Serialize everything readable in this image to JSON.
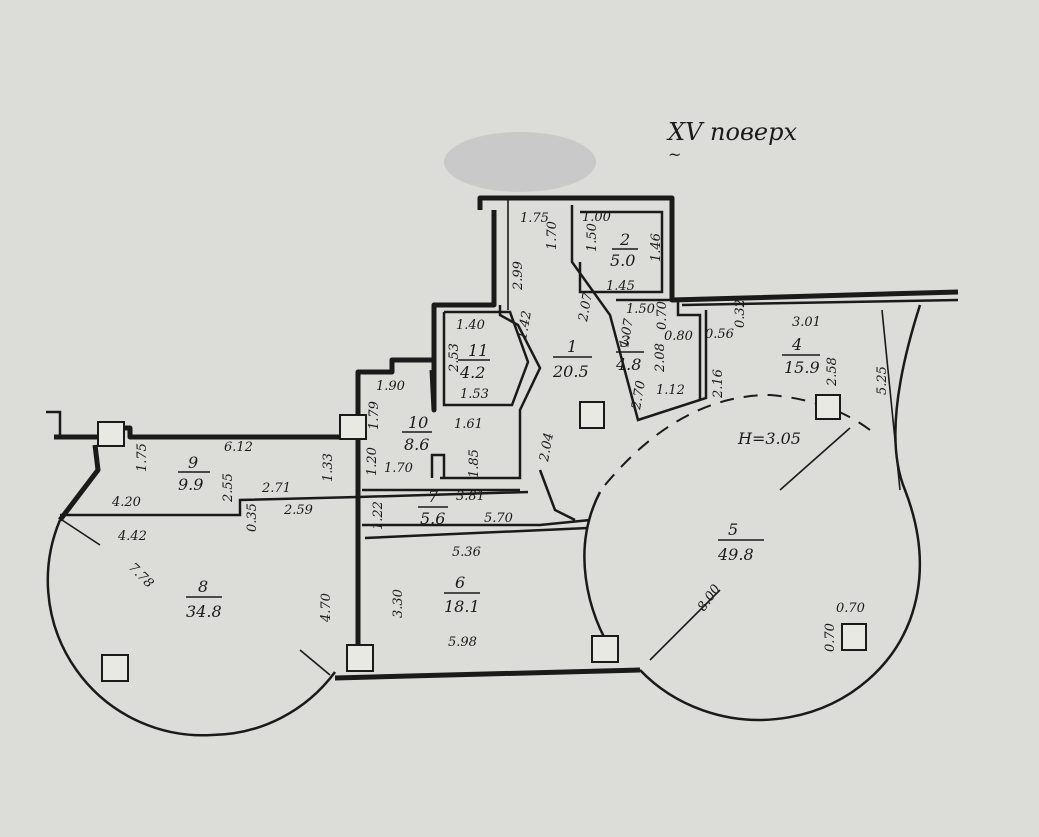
{
  "title": "XV поверх",
  "redaction": {
    "color": "#c9c9c9"
  },
  "colors": {
    "ink": "#1a1a1a",
    "paper": "#dcddd8"
  },
  "rooms": [
    {
      "id": "1",
      "area": "20.5"
    },
    {
      "id": "2",
      "area": "5.0"
    },
    {
      "id": "3",
      "area": "4.8"
    },
    {
      "id": "4",
      "area": "15.9"
    },
    {
      "id": "5",
      "area": "49.8"
    },
    {
      "id": "6",
      "area": "18.1"
    },
    {
      "id": "7",
      "area": "5.6"
    },
    {
      "id": "8",
      "area": "34.8"
    },
    {
      "id": "9",
      "area": "9.9"
    },
    {
      "id": "10",
      "area": "8.6"
    },
    {
      "id": "11",
      "area": "4.2"
    }
  ],
  "height_label": "H=3.05",
  "dimensions": [
    "1.75",
    "1.00",
    "1.70",
    "1.50",
    "1.46",
    "2.99",
    "1.45",
    "2.07",
    "1.50",
    "0.70",
    "0.80",
    "0.56",
    "0.32",
    "1.07",
    "2.08",
    "1.12",
    "2.70",
    "2.16",
    "3.01",
    "2.58",
    "5.25",
    "1.40",
    "2.53",
    "1.42",
    "1.53",
    "1.90",
    "1.79",
    "1.61",
    "1.85",
    "1.70",
    "1.20",
    "2.04",
    "6.12",
    "1.75",
    "1.33",
    "2.71",
    "2.55",
    "4.20",
    "4.42",
    "0.35",
    "2.59",
    "1.22",
    "3.81",
    "5.70",
    "5.36",
    "7.78",
    "4.70",
    "3.30",
    "5.98",
    "8.00",
    "0.70",
    "0.70"
  ]
}
